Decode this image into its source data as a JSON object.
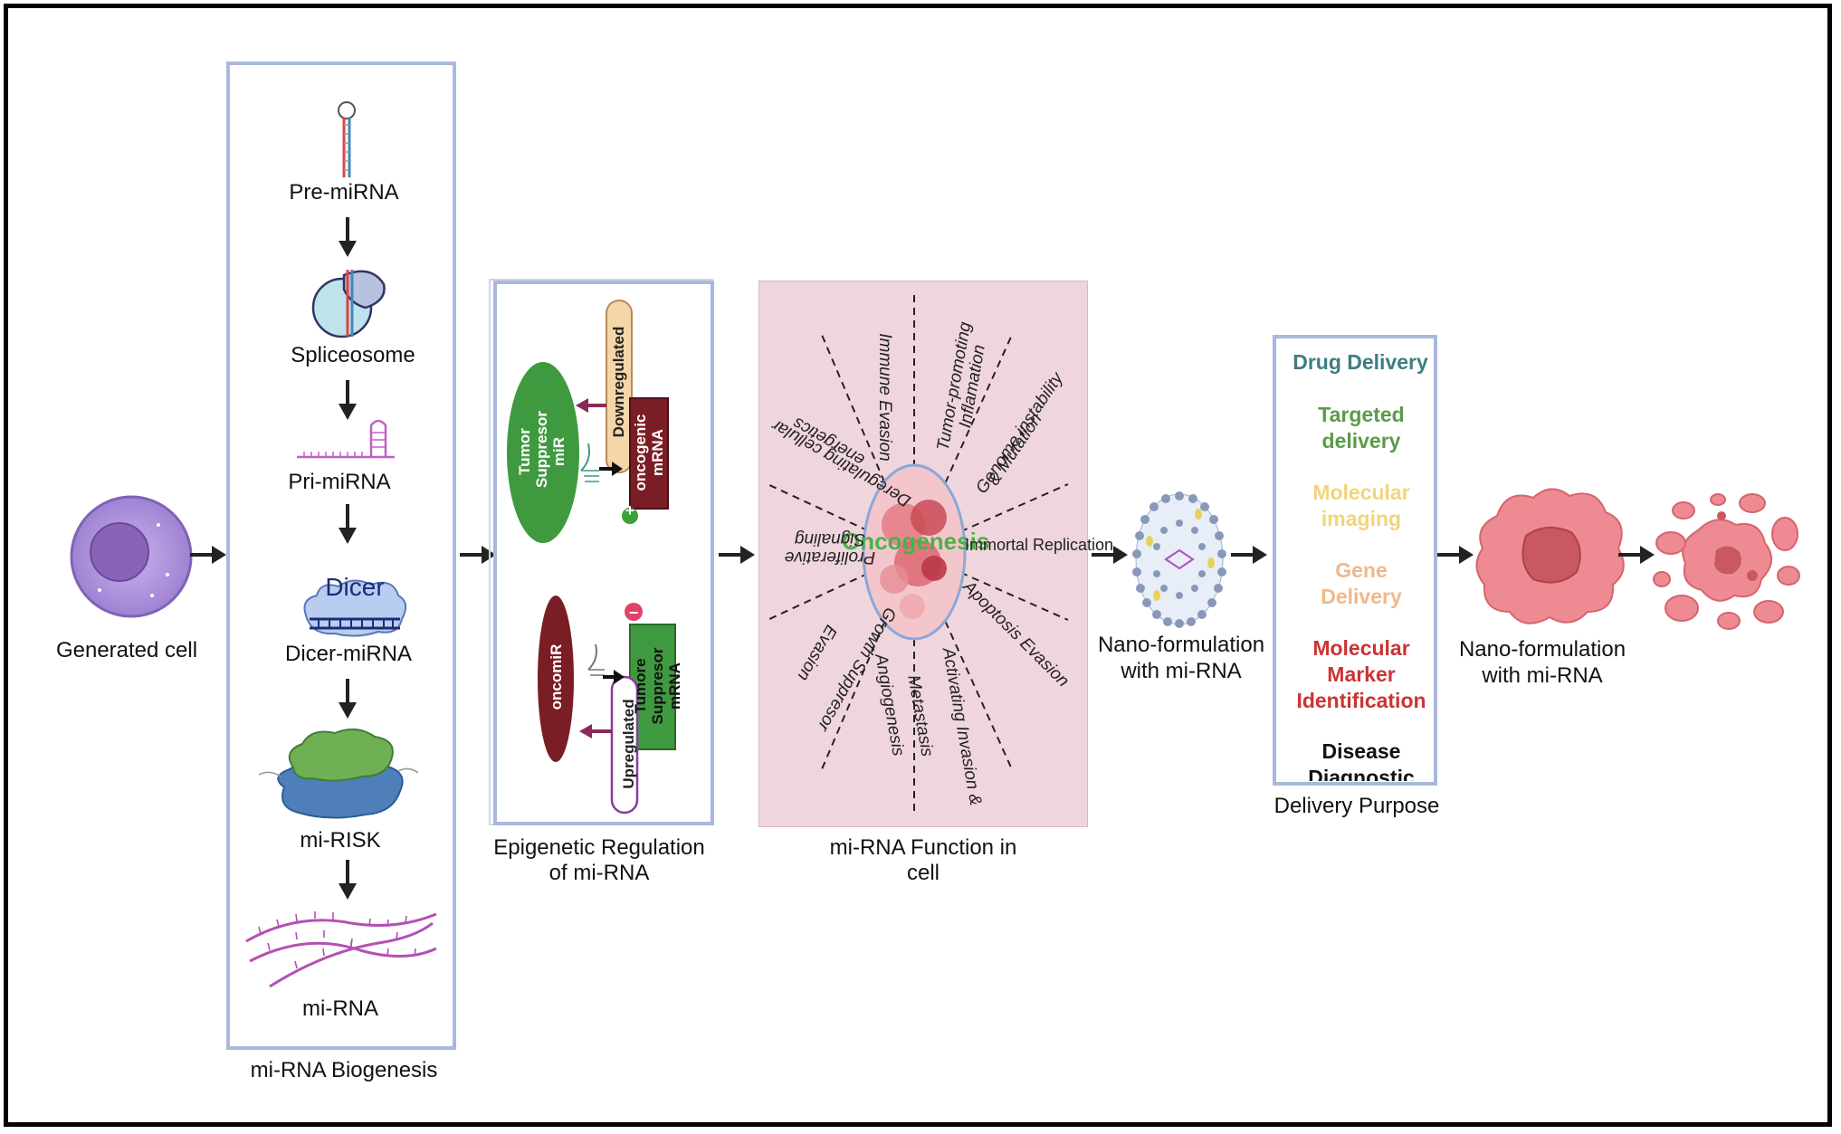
{
  "colors": {
    "box_border": "#a9b8dc",
    "panel_bg": "#efd6dc",
    "cell_purple": "#b79be0",
    "cancer_pink": "#e9848c",
    "green": "#3f9a3f",
    "maroon": "#7a1d24",
    "drug_delivery": "#3c7d82",
    "targeted_delivery": "#5b9a4a",
    "molecular_imaging": "#f2d47a",
    "gene_delivery": "#f0b88a",
    "molecular_marker": "#cc3333",
    "disease_diagnostic": "#111111"
  },
  "stages": {
    "generated_cell": "Generated cell",
    "biogenesis_title": "mi-RNA Biogenesis",
    "epigenetic_title_1": "Epigenetic Regulation",
    "epigenetic_title_2": "of mi-RNA",
    "function_title_1": "mi-RNA Function in",
    "function_title_2": "cell",
    "nano1_1": "Nano-formulation",
    "nano1_2": "with mi-RNA",
    "delivery_purpose": "Delivery Purpose",
    "nano2_1": "Nano-formulation",
    "nano2_2": "with mi-RNA"
  },
  "biogenesis": {
    "pre_mirna": "Pre-miRNA",
    "spliceosome": "Spliceosome",
    "pri_mirna": "Pri-miRNA",
    "dicer_label": "Dicer",
    "dicer_mirna": "Dicer-miRNA",
    "mi_risk": "mi-RISK",
    "mi_rna": "mi-RNA"
  },
  "epigenetic": {
    "tumor_suppressor_mir": [
      "Tumor",
      "Suppresor",
      "miR"
    ],
    "downregulated": "Downregulated",
    "oncogenic_mrna": [
      "oncogenic",
      "mRNA"
    ],
    "oncomir": "oncomiR",
    "upregulated": "Upregulated",
    "tumor_suppressor_mrna": [
      "Tumore",
      "Suppresor",
      "mRNA"
    ],
    "plus_sign": "+",
    "minus_sign": "−"
  },
  "function": {
    "center": "Oncogenesis",
    "rays": {
      "immune_evasion": "Immune Evasion",
      "tumor_promoting": [
        "Tumor-promoting",
        "Inflamation"
      ],
      "genome_instability": [
        "Genome instability",
        "& Mutation"
      ],
      "immortal_replication": "Immortal Replication",
      "apoptosis_evasion": "Apoptosis Evasion",
      "activating_invasion": [
        "Activating Invasion &",
        "Metastasis"
      ],
      "angiogenesis": "Angiogenesis",
      "growth_suppressor": [
        "Growth Suppresor",
        "Evasion"
      ],
      "proliferative_signaling": [
        "Proliferative",
        "Signaling"
      ],
      "deregulating_energetics": [
        "Deregulating cellular",
        "energetics"
      ]
    }
  },
  "purposes": {
    "drug_delivery": "Drug Delivery",
    "targeted_delivery": [
      "Targeted",
      "delivery"
    ],
    "molecular_imaging": [
      "Molecular",
      "imaging"
    ],
    "gene_delivery": [
      "Gene",
      "Delivery"
    ],
    "molecular_marker": [
      "Molecular",
      "Marker",
      "Identification"
    ],
    "disease_diagnostic": [
      "Disease",
      "Diagnostic"
    ]
  }
}
